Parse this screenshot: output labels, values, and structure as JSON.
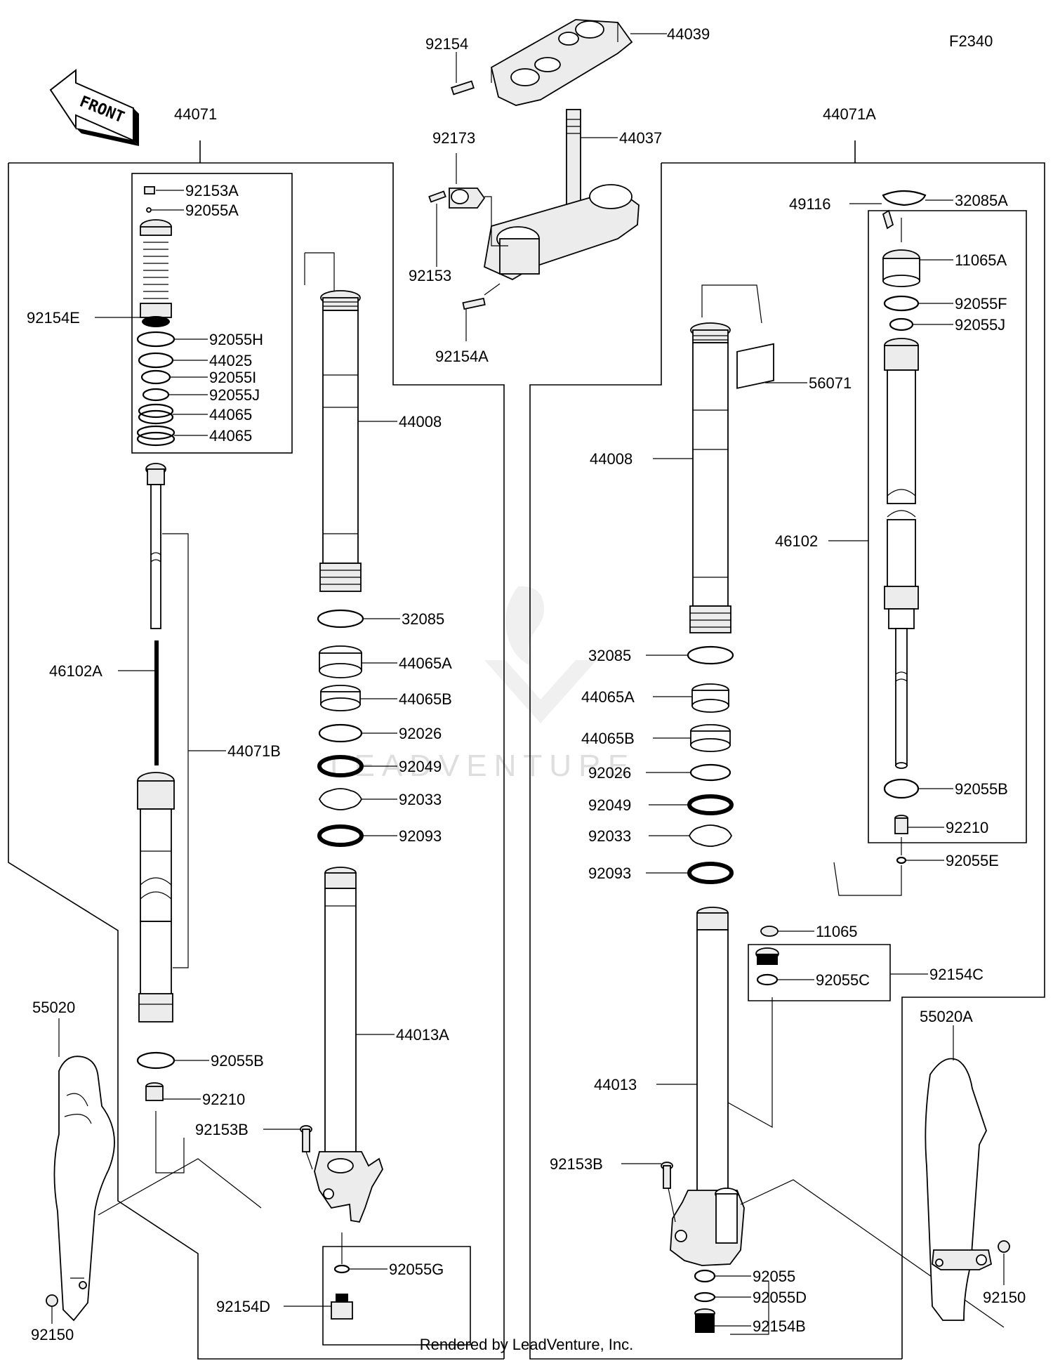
{
  "figure_code": "F2340",
  "front_label": "FRONT",
  "watermark": "LEADVENTURE",
  "footer": "Rendered by LeadVenture, Inc.",
  "labels": {
    "l44039": "44039",
    "l92154top": "92154",
    "l92173": "92173",
    "l44037": "44037",
    "l92153": "92153",
    "l92154A": "92154A",
    "l44071": "44071",
    "l44071A": "44071A",
    "l92153A": "92153A",
    "l92055A": "92055A",
    "l92154E": "92154E",
    "l92055H": "92055H",
    "l44025": "44025",
    "l92055I": "92055I",
    "l92055J_left": "92055J",
    "l44065_1": "44065",
    "l44065_2": "44065",
    "l44008_left": "44008",
    "l32085_left": "32085",
    "l44065A_left": "44065A",
    "l44065B_left": "44065B",
    "l92026_left": "92026",
    "l92049_left": "92049",
    "l92033_left": "92033",
    "l92093_left": "92093",
    "l46102A": "46102A",
    "l44071B": "44071B",
    "l44013A": "44013A",
    "l55020": "55020",
    "l92055B_left": "92055B",
    "l92210_left": "92210",
    "l92153B_left": "92153B",
    "l92055G": "92055G",
    "l92154D": "92154D",
    "l92150_left": "92150",
    "l32085A": "32085A",
    "l49116": "49116",
    "l11065A": "11065A",
    "l92055F": "92055F",
    "l92055J_right": "92055J",
    "l56071": "56071",
    "l44008_right": "44008",
    "l46102": "46102",
    "l32085_right": "32085",
    "l44065A_right": "44065A",
    "l44065B_right": "44065B",
    "l92026_right": "92026",
    "l92049_right": "92049",
    "l92033_right": "92033",
    "l92093_right": "92093",
    "l92055B_right": "92055B",
    "l92210_right": "92210",
    "l92055E": "92055E",
    "l11065": "11065",
    "l92055C": "92055C",
    "l92154C": "92154C",
    "l44013": "44013",
    "l55020A": "55020A",
    "l92153B_right": "92153B",
    "l92055": "92055",
    "l92055D": "92055D",
    "l92154B": "92154B",
    "l92150_right": "92150"
  }
}
